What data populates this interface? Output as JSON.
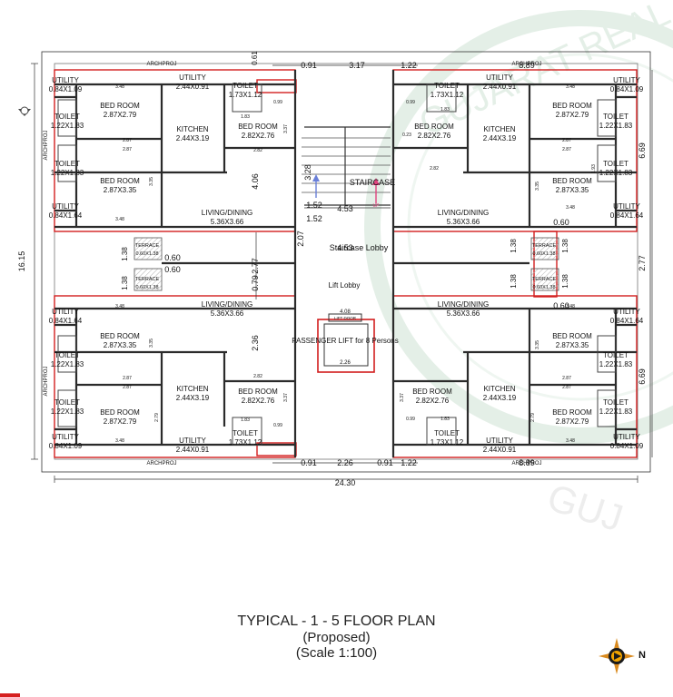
{
  "drawing": {
    "title": "TYPICAL - 1 - 5  FLOOR PLAN",
    "subtitle": "(Proposed)",
    "scale": "(Scale 1:100)",
    "north": "N",
    "watermark": "GUJARAT REAL ESTATE",
    "colors": {
      "wall": "#2b2b2b",
      "unit_outline": "#d21e1e",
      "dims": "#222222",
      "watermark": "#cfe3d4",
      "lift": "#d21e1e"
    }
  },
  "archproj": "ARCHPROJ",
  "rooms": {
    "bed_room": "BED ROOM",
    "toilet": "TOILET",
    "utility": "UTILITY",
    "kitchen": "KITCHEN",
    "living": "LIVING/DINING",
    "terrace": "TERRACE"
  },
  "sizes": {
    "s_084_109": "0.84X1.09",
    "s_084_164": "0.84X1.64",
    "s_287_279": "2.87X2.79",
    "s_287_335": "2.87X3.35",
    "s_122_183": "1.22X1.83",
    "s_244_091": "2.44X0.91",
    "s_173_112": "1.73X1.12",
    "s_282_276": "2.82X2.76",
    "s_244_319": "2.44X3.19",
    "s_536_366": "5.36X3.66",
    "s_060_138": "0.60X1.38"
  },
  "core": {
    "staircase": "STAIRCASE",
    "staircase_lobby": "Staircase Lobby",
    "lift_lobby": "Lift Lobby",
    "passenger_lift": "PASSENGER LIFT for 8 Persons",
    "lift_door": "LIFT DOOR",
    "up": "UP"
  },
  "dims": {
    "overall_width": "24.30",
    "overall_depth": "16.15",
    "top_091": "0.91",
    "top_317": "3.17",
    "top_122": "1.22",
    "top_889": "8.89",
    "bot_091a": "0.91",
    "bot_226": "2.26",
    "bot_091b": "0.91",
    "bot_122": "1.22",
    "bot_889": "8.89",
    "right_669a": "6.69",
    "right_277": "2.77",
    "right_669b": "6.69",
    "c_061": "0.61",
    "c_328": "3.28",
    "c_152a": "1.52",
    "c_453": "4.53",
    "c_152b": "1.52",
    "c_207": "2.07",
    "c_453b": "4.53",
    "c_277": "2.77",
    "c_079": "0.79",
    "c_406": "4.06",
    "c_236": "2.36",
    "c_138": "1.38",
    "c_060": "0.60",
    "c_408": "4.08",
    "c_226": "2.26",
    "w_348": "3.48",
    "w_287": "2.87",
    "w_183": "1.83",
    "w_282": "2.82",
    "w_335": "3.35",
    "w_279": "2.79",
    "w_337": "3.37",
    "w_099": "0.99",
    "w_023": "0.23",
    "w_093": "1.93"
  }
}
